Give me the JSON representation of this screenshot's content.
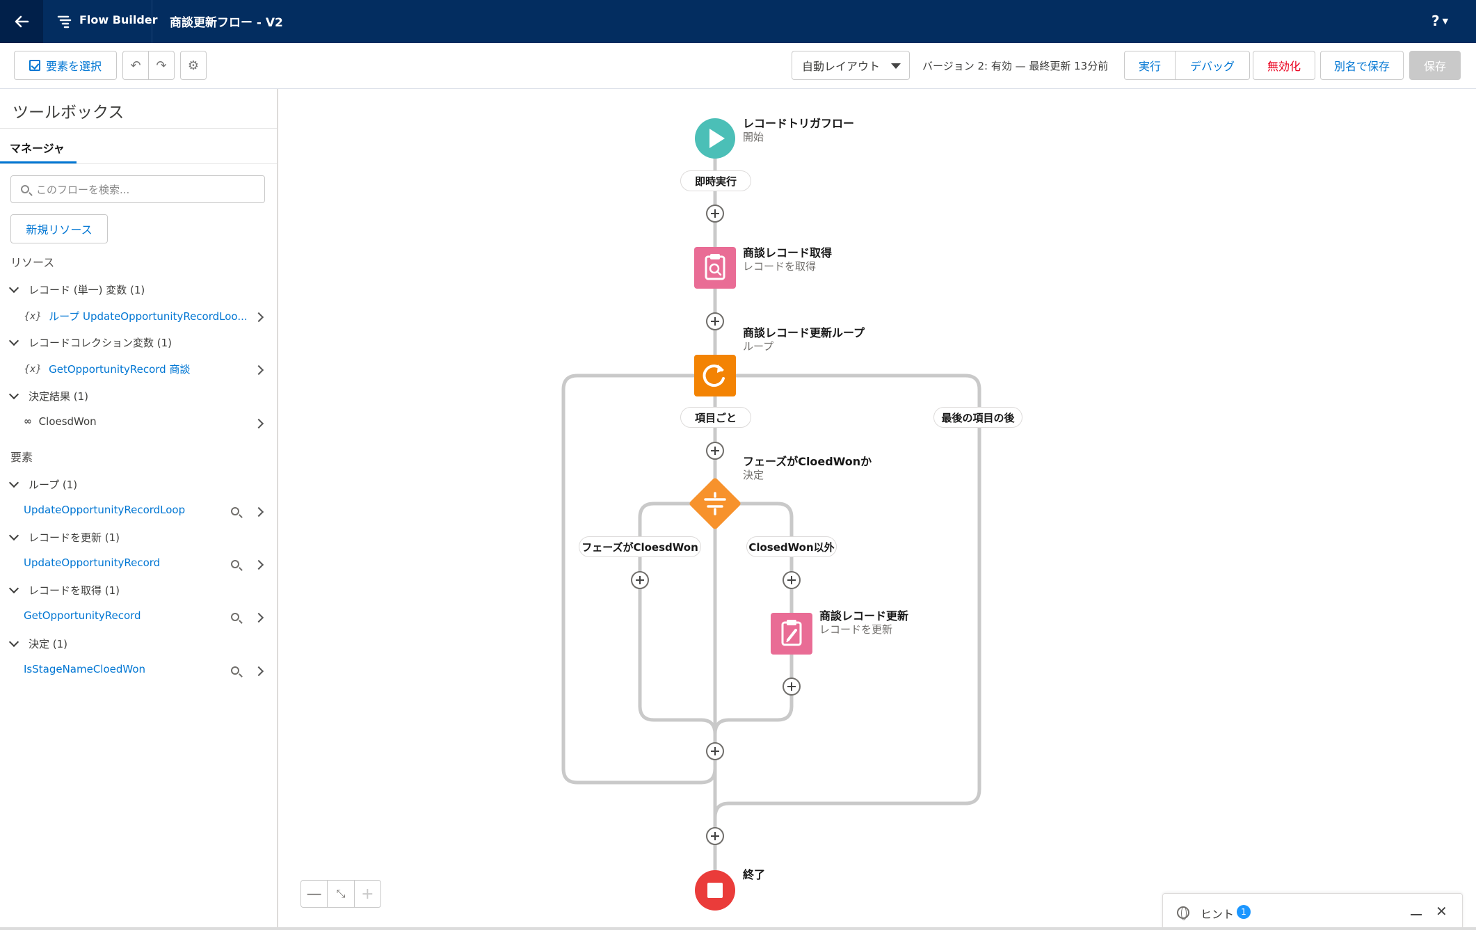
{
  "header": {
    "app_name": "Flow Builder",
    "flow_title": "商談更新フロー - V2",
    "help_label": "?"
  },
  "toolbar": {
    "select_elements_label": "要素を選択",
    "layout_value": "自動レイアウト",
    "version_text": "バージョン 2: 有効 — 最終更新 13分前",
    "run_label": "実行",
    "debug_label": "デバッグ",
    "deactivate_label": "無効化",
    "save_as_label": "別名で保存",
    "save_label": "保存"
  },
  "toolbox": {
    "title": "ツールボックス",
    "tab_label": "マネージャ",
    "search_placeholder": "このフローを検索...",
    "new_resource_label": "新規リソース",
    "resources_heading": "リソース",
    "resource_groups": [
      {
        "label": "レコード (単一) 変数 (1)",
        "item": "ループ UpdateOpportunityRecordLoo...",
        "prefix": "{x}"
      },
      {
        "label": "レコードコレクション変数 (1)",
        "item": "GetOpportunityRecord 商談",
        "prefix": "{x}"
      },
      {
        "label": "決定結果 (1)",
        "item": "CloesdWon",
        "prefix": "∞"
      }
    ],
    "elements_heading": "要素",
    "element_groups": [
      {
        "label": "ループ (1)",
        "item": "UpdateOpportunityRecordLoop"
      },
      {
        "label": "レコードを更新 (1)",
        "item": "UpdateOpportunityRecord"
      },
      {
        "label": "レコードを取得 (1)",
        "item": "GetOpportunityRecord"
      },
      {
        "label": "決定 (1)",
        "item": "IsStageNameCloedWon"
      }
    ]
  },
  "canvas": {
    "start": {
      "title": "レコードトリガフロー",
      "subtitle": "開始",
      "color": "#4bbfb7"
    },
    "immediate_label": "即時実行",
    "get_record": {
      "title": "商談レコード取得",
      "subtitle": "レコードを取得",
      "color": "#e96c95"
    },
    "loop": {
      "title": "商談レコード更新ループ",
      "subtitle": "ループ",
      "color": "#f38303"
    },
    "for_each_label": "項目ごと",
    "after_last_label": "最後の項目の後",
    "decision": {
      "title": "フェーズがCloedWonか",
      "subtitle": "決定",
      "color": "#f7922c"
    },
    "branch_left_label": "フェーズがCloesdWon",
    "branch_right_label": "ClosedWon以外",
    "update_record": {
      "title": "商談レコード更新",
      "subtitle": "レコードを更新",
      "color": "#e96c95"
    },
    "end": {
      "title": "終了",
      "color": "#ea3c3a"
    }
  },
  "hint_panel": {
    "label": "ヒント",
    "count": "1"
  }
}
